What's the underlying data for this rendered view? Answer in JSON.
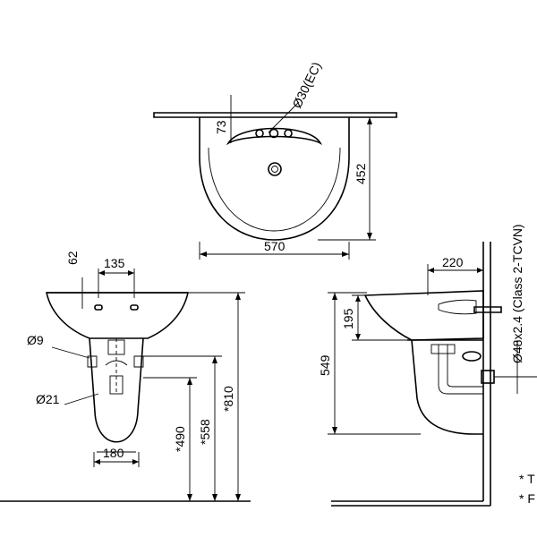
{
  "top_view": {
    "hole_label": "Ø30(EC)",
    "depth_label": "73",
    "width_label": "570",
    "height_label": "452"
  },
  "front_view": {
    "top_offset_label": "62",
    "hole_spacing_label": "135",
    "bolt_label": "Ø9",
    "outlet_label": "Ø21",
    "pedestal_width_label": "180",
    "height_490_label": "*490",
    "height_558_label": "*558",
    "height_810_label": "*810"
  },
  "side_view": {
    "depth_label": "220",
    "bowl_height_label": "195",
    "overall_label": "549",
    "pipe_label": "Ø48x2.4 (Class 2-TCVN)"
  },
  "notes": [
    "* T",
    "* F"
  ]
}
